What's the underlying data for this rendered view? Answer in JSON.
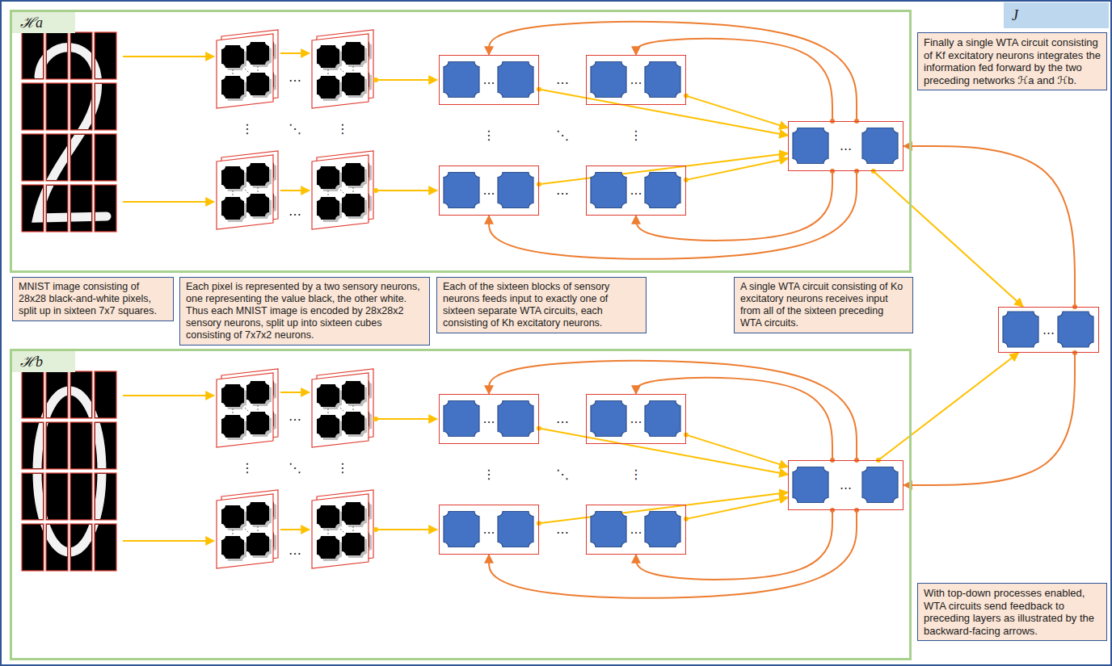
{
  "diagram": {
    "nodes": [
      {
        "text": [
          "J"
        ]
      },
      {
        "text": [
          "ℋa"
        ],
        "in": 0
      },
      {
        "text": [
          "…"
        ],
        "in": 1
      },
      {
        "text": [
          "…"
        ],
        "in": 1
      },
      {
        "text": [
          "…"
        ],
        "in": 1
      },
      {
        "text": [
          "…"
        ],
        "in": 1
      },
      {
        "text": [
          "…"
        ],
        "in": 1
      },
      {
        "text": [
          "Finally a single WTA circuit consisting of Kf excitatory neurons integrates the information fed forward by the two preceding networks ℋa and ℋb."
        ],
        "in": 0
      },
      {
        "text": [
          "MNIST image consisting of 28x28 black-and-white pixels, split up in sixteen 7x7 squares."
        ],
        "in": 0
      },
      {
        "text": [
          "Each pixel is represented by a two sensory neurons, one representing the value black, the other white. Thus each MNIST image is encoded by 28x28x2 sensory neurons, split up into sixteen cubes consisting of 7x7x2 neurons."
        ],
        "in": 0
      },
      {
        "text": [
          "Each of the sixteen blocks of sensory neurons feeds input to exactly one of sixteen separate WTA circuits, each consisting of Kh excitatory neurons."
        ],
        "in": 0
      },
      {
        "text": [
          "A single WTA circuit consisting of Ko excitatory neurons receives input from all of the sixteen preceding WTA circuits."
        ],
        "in": 0
      },
      {
        "text": [
          "…"
        ],
        "in": 0
      },
      {
        "text": [
          "ℋb"
        ],
        "in": 0
      },
      {
        "text": [
          "…"
        ],
        "in": 13
      },
      {
        "text": [
          "…"
        ],
        "in": 13
      },
      {
        "text": [
          "…"
        ],
        "in": 13
      },
      {
        "text": [
          "…"
        ],
        "in": 13
      },
      {
        "text": [
          "…"
        ],
        "in": 13
      },
      {
        "text": [
          "With top-down processes enabled, WTA circuits send feedback to preceding layers as illustrated by the backward-facing arrows."
        ],
        "in": 0
      }
    ],
    "edges": [
      {
        "from": 2,
        "to": 6,
        "arrow": "to"
      },
      {
        "from": 3,
        "to": 6,
        "arrow": "to"
      },
      {
        "from": 4,
        "to": 6,
        "arrow": "to"
      },
      {
        "from": 5,
        "to": 6,
        "arrow": "to"
      },
      {
        "from": 6,
        "to": 2,
        "arrow": "to"
      },
      {
        "from": 6,
        "to": 3,
        "arrow": "to"
      },
      {
        "from": 6,
        "to": 4,
        "arrow": "to"
      },
      {
        "from": 6,
        "to": 5,
        "arrow": "to"
      },
      {
        "from": 6,
        "to": 12,
        "arrow": "to"
      },
      {
        "from": 12,
        "to": 6,
        "arrow": "to"
      },
      {
        "from": 14,
        "to": 18,
        "arrow": "to"
      },
      {
        "from": 15,
        "to": 18,
        "arrow": "to"
      },
      {
        "from": 16,
        "to": 18,
        "arrow": "to"
      },
      {
        "from": 17,
        "to": 18,
        "arrow": "to"
      },
      {
        "from": 18,
        "to": 14,
        "arrow": "to"
      },
      {
        "from": 18,
        "to": 15,
        "arrow": "to"
      },
      {
        "from": 18,
        "to": 16,
        "arrow": "to"
      },
      {
        "from": 18,
        "to": 17,
        "arrow": "to"
      },
      {
        "from": 18,
        "to": 12,
        "arrow": "to"
      },
      {
        "from": 12,
        "to": 18,
        "arrow": "to"
      }
    ],
    "labels": [
      "…",
      "…",
      "⋮",
      "⋱",
      "⋮",
      "⋮",
      "⋱",
      "⋮",
      "…",
      "…",
      "…",
      "…",
      "⋮",
      "⋱",
      "⋮",
      "⋮",
      "⋱",
      "⋮",
      "…",
      "…"
    ]
  }
}
